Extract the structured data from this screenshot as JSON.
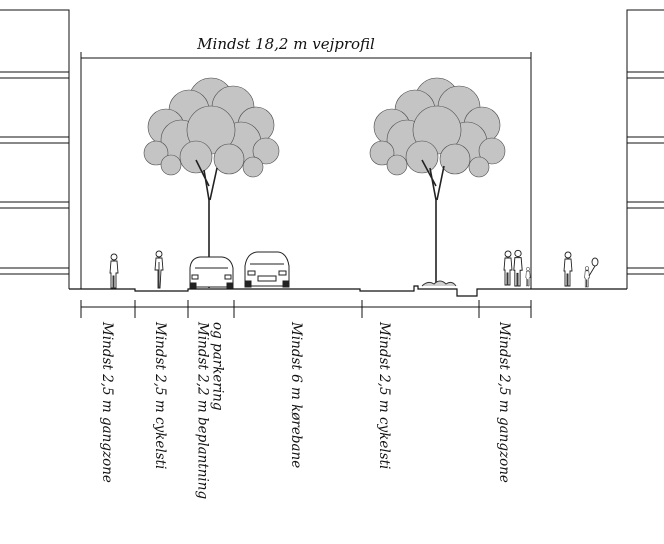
{
  "title": "Mindst 18,2 m vejprofil",
  "segments": [
    {
      "lines": [
        "Mindst 2,5 m gangzone"
      ]
    },
    {
      "lines": [
        "Mindst 2,5 m cykelsti"
      ]
    },
    {
      "lines": [
        "Mindst 2,2 m beplantning",
        "og parkering"
      ]
    },
    {
      "lines": [
        "Mindst 6 m kørebane"
      ]
    },
    {
      "lines": [
        "Mindst 2,5 m cykelsti"
      ]
    },
    {
      "lines": [
        "Mindst 2,5 m gangzone"
      ]
    }
  ],
  "colors": {
    "line": "#111111",
    "building_fill": "#ffffff",
    "tree_canopy": "#bdbdbd"
  },
  "icons": [
    "pedestrian-icon",
    "cyclist-icon",
    "car-icon",
    "tree-icon",
    "family-icon"
  ]
}
